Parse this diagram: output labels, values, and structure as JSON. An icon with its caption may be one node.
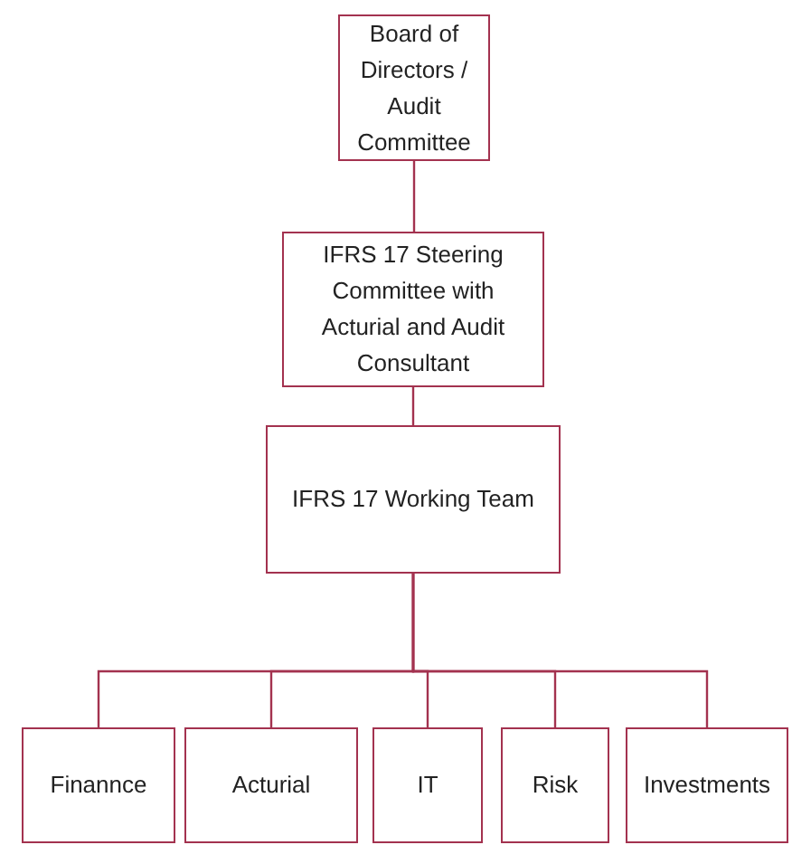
{
  "diagram": {
    "nodes": [
      {
        "text": [
          "Board of Directors / Audit Committee"
        ]
      },
      {
        "text": [
          "IFRS 17 Steering Committee with Acturial and Audit Consultant"
        ]
      },
      {
        "text": [
          "IFRS 17 Working Team"
        ]
      },
      {
        "text": [
          "Finannce"
        ]
      },
      {
        "text": [
          "Acturial"
        ]
      },
      {
        "text": [
          "IT"
        ]
      },
      {
        "text": [
          "Risk"
        ]
      },
      {
        "text": [
          "Investments"
        ]
      }
    ],
    "edges": [
      {
        "from": 0,
        "to": 1,
        "arrow": "none"
      },
      {
        "from": 1,
        "to": 2,
        "arrow": "none"
      },
      {
        "from": 2,
        "to": 3,
        "arrow": "none"
      },
      {
        "from": 2,
        "to": 4,
        "arrow": "none"
      },
      {
        "from": 2,
        "to": 5,
        "arrow": "none"
      },
      {
        "from": 2,
        "to": 6,
        "arrow": "none"
      },
      {
        "from": 2,
        "to": 7,
        "arrow": "none"
      }
    ]
  }
}
